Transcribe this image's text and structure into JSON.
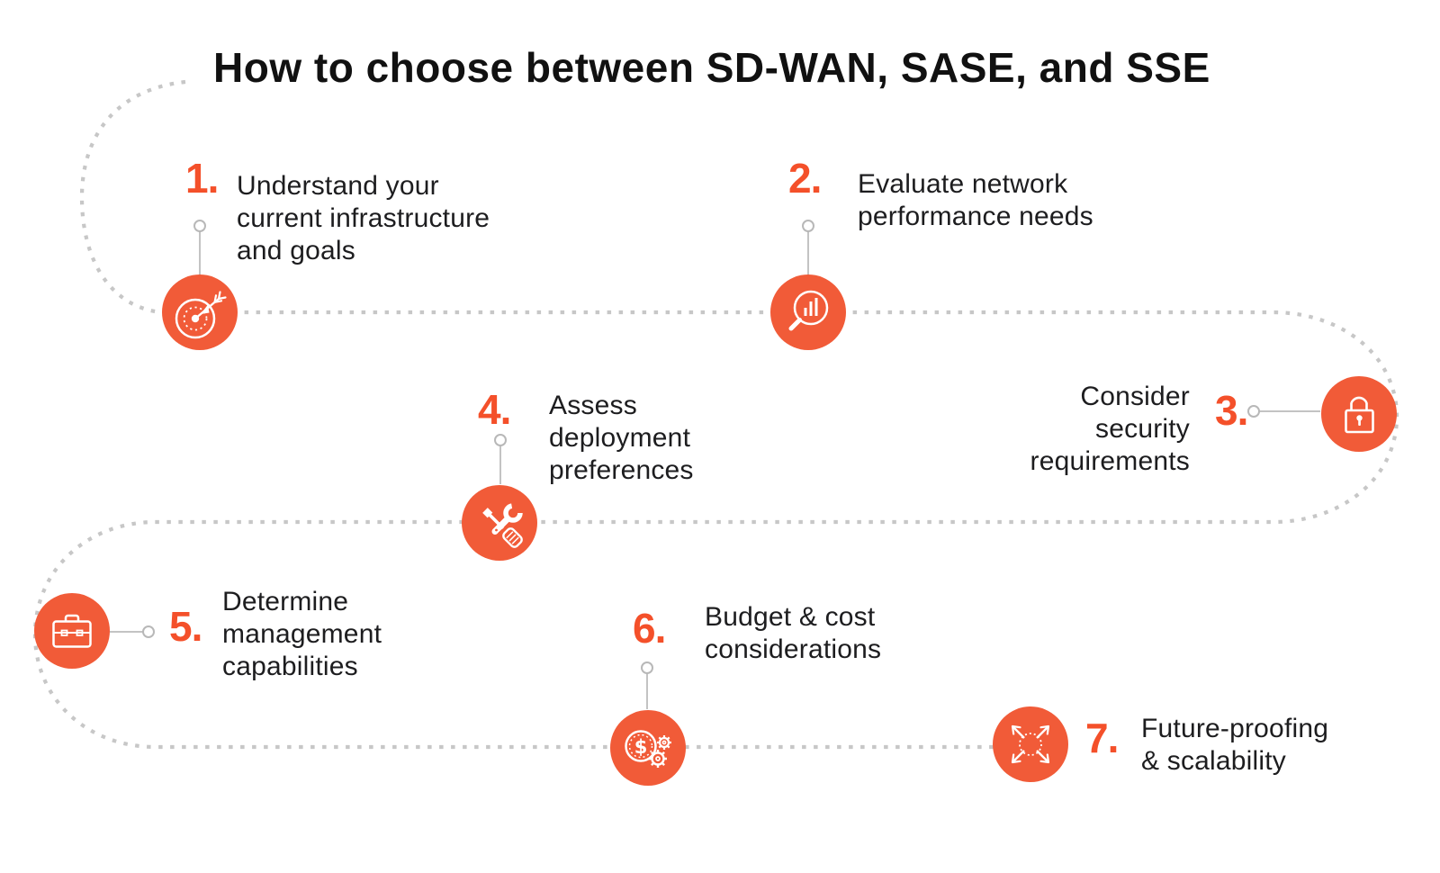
{
  "title": "How to choose between SD-WAN, SASE, and SSE",
  "steps": [
    {
      "number": "1.",
      "icon": "target-icon",
      "lines": [
        "Understand your",
        "current infrastructure",
        "and goals"
      ]
    },
    {
      "number": "2.",
      "icon": "magnifier-chart-icon",
      "lines": [
        "Evaluate network",
        "performance needs"
      ]
    },
    {
      "number": "3.",
      "icon": "lock-icon",
      "lines": [
        "Consider",
        "security",
        "requirements"
      ]
    },
    {
      "number": "4.",
      "icon": "tools-icon",
      "lines": [
        "Assess",
        "deployment",
        "preferences"
      ]
    },
    {
      "number": "5.",
      "icon": "briefcase-icon",
      "lines": [
        "Determine",
        "management",
        "capabilities"
      ]
    },
    {
      "number": "6.",
      "icon": "cost-gears-icon",
      "lines": [
        "Budget & cost",
        "considerations"
      ]
    },
    {
      "number": "7.",
      "icon": "expand-arrows-icon",
      "lines": [
        "Future-proofing",
        "& scalability"
      ]
    }
  ],
  "colors": {
    "accent_number": "#F4502A",
    "icon_circle": "#F15B38",
    "path_gray": "#C7C7C7",
    "text": "#1D1D1F",
    "background": "#FFFFFF"
  }
}
